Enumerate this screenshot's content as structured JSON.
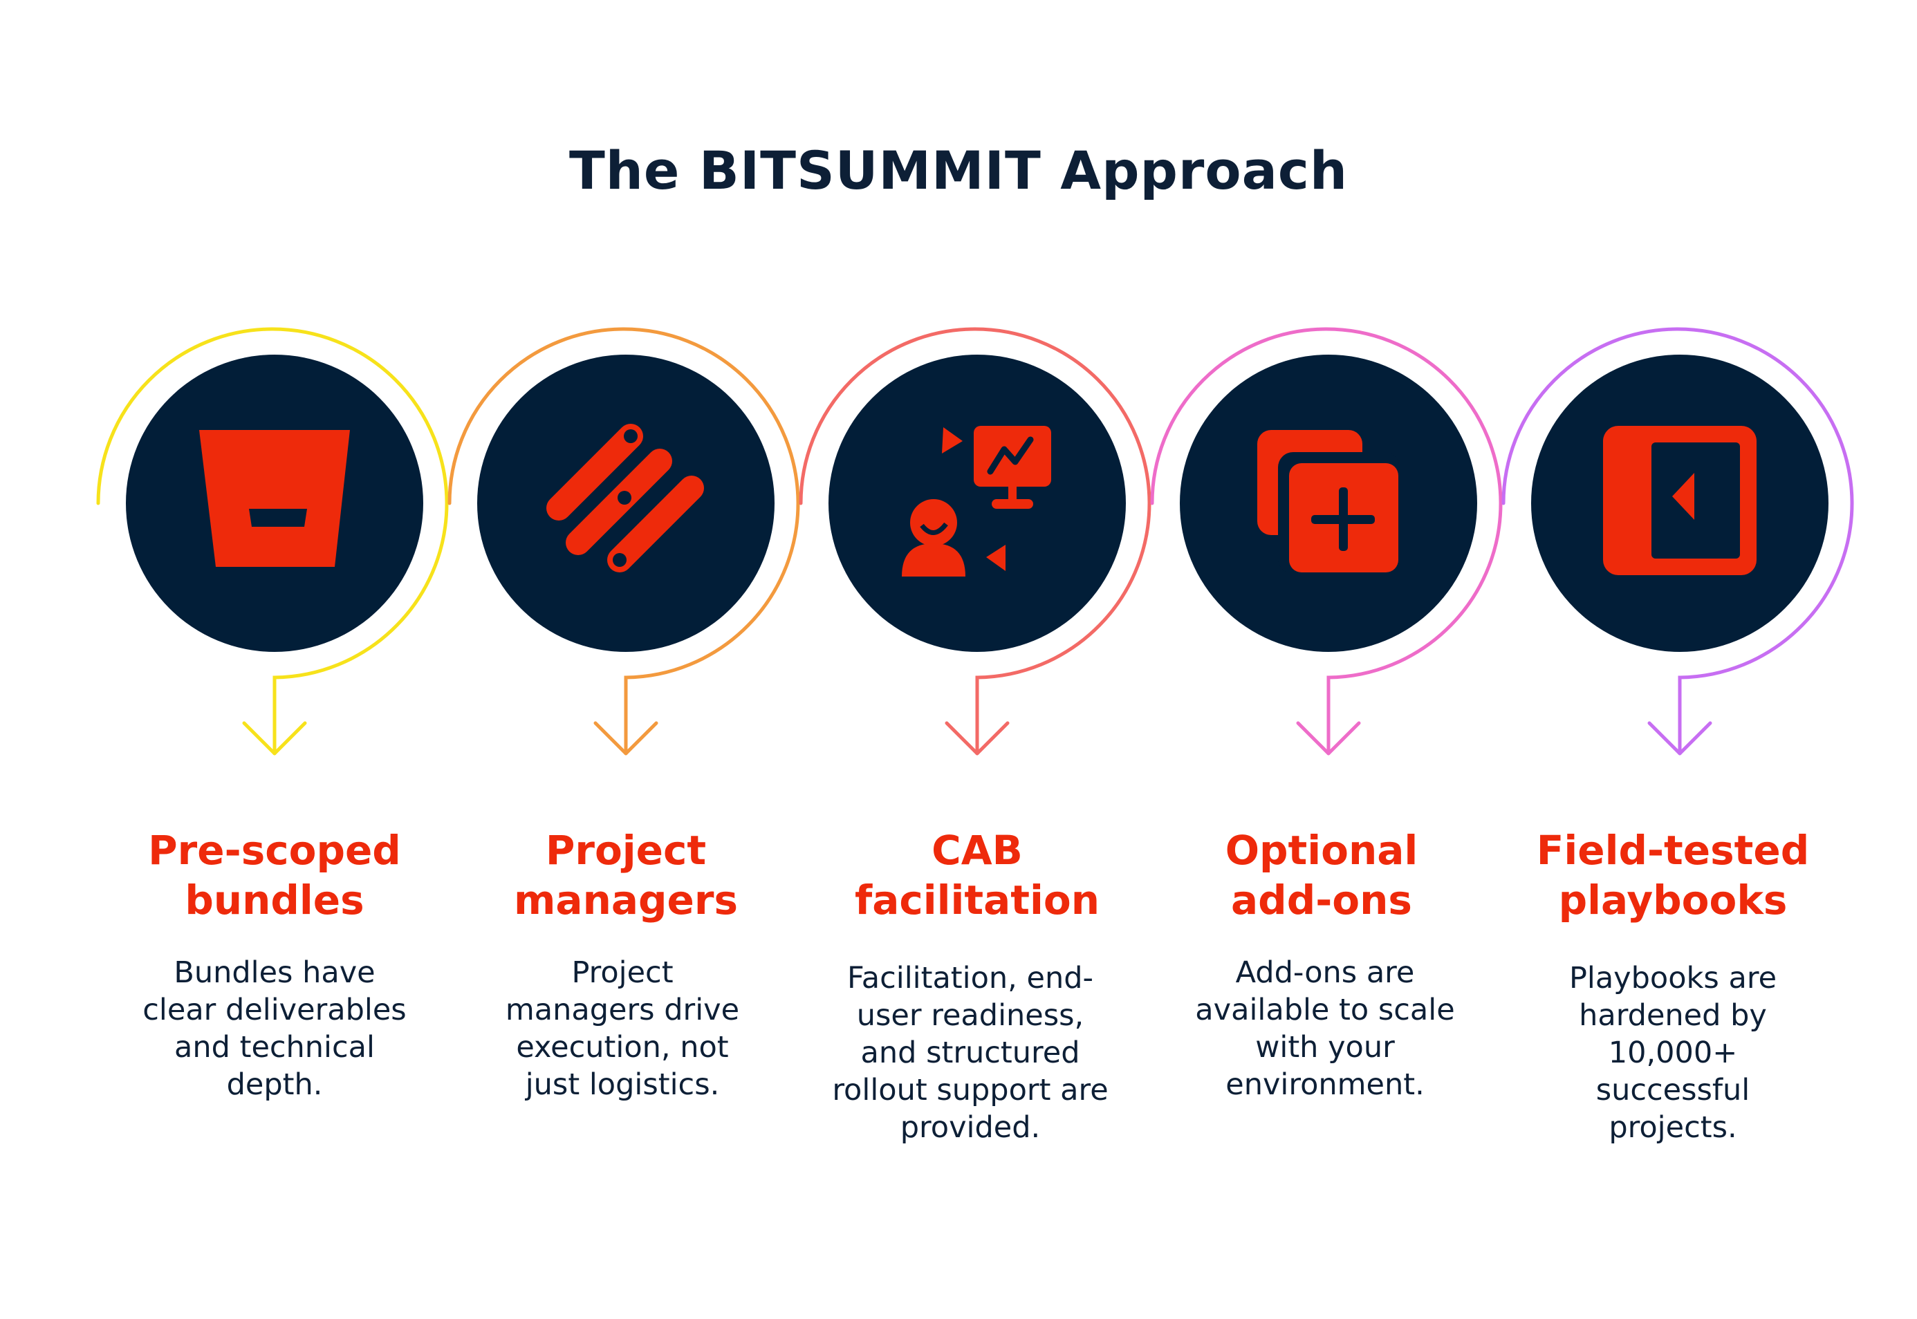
{
  "title": "The BITSUMMIT Approach",
  "colors": {
    "navy": "#021e38",
    "accent_red": "#ee2a0b",
    "arc_colors": [
      "#f7e21b",
      "#f39a3e",
      "#f36a66",
      "#ee6cc9",
      "#c76ef2"
    ]
  },
  "steps": [
    {
      "icon": "bitbucket-icon",
      "heading": "Pre-scoped\nbundles",
      "body": "Bundles have\nclear deliverables\nand technical\ndepth."
    },
    {
      "icon": "gitlab-stripes-icon",
      "heading": "Project\nmanagers",
      "body": "Project\nmanagers drive\nexecution, not\njust logistics."
    },
    {
      "icon": "presentation-exchange-icon",
      "heading": "CAB\nfacilitation",
      "body": "Facilitation, end-\nuser readiness,\nand structured\nrollout support are\nprovided."
    },
    {
      "icon": "add-copy-icon",
      "heading": "Optional\nadd-ons",
      "body": "Add-ons are\navailable to scale\nwith your\nenvironment."
    },
    {
      "icon": "sidebar-collapse-icon",
      "heading": "Field-tested\nplaybooks",
      "body": "Playbooks are\nhardened by\n10,000+\nsuccessful\nprojects."
    }
  ]
}
